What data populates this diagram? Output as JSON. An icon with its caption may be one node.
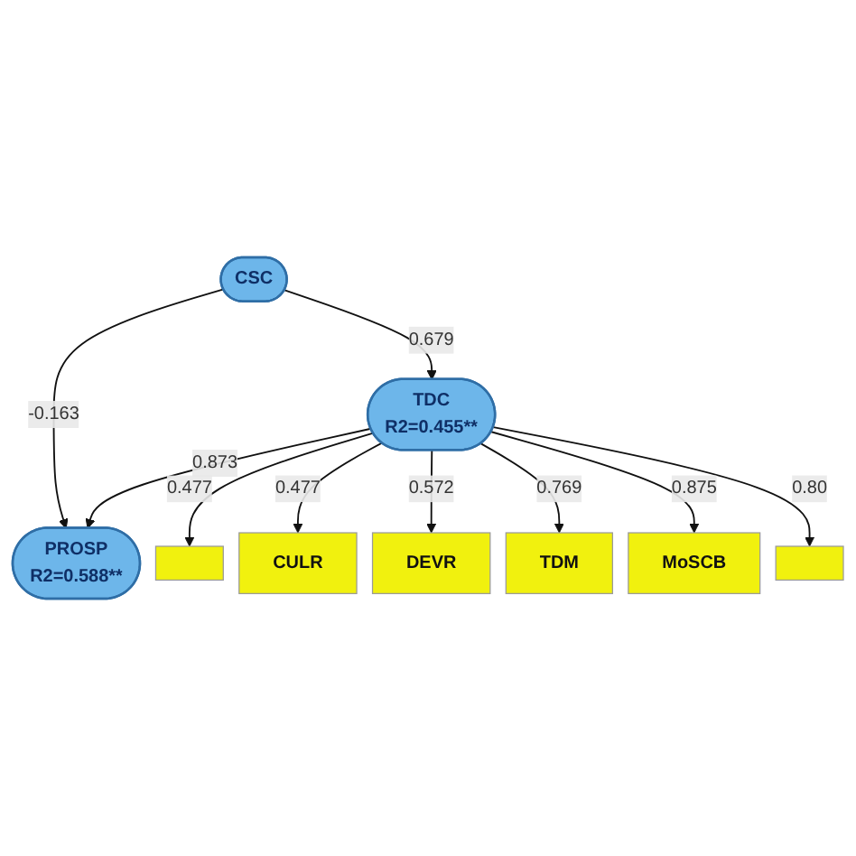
{
  "diagram": {
    "nodes": [
      {
        "text": [
          "CSC"
        ]
      },
      {
        "text": [
          "PROSP",
          "R2=0.588**"
        ]
      },
      {
        "text": [
          "TDC",
          "R2=0.455**"
        ]
      },
      {
        "text": [],
        "shape": "box"
      },
      {
        "text": [
          "CULR"
        ]
      },
      {
        "text": [
          "DEVR"
        ]
      },
      {
        "text": [
          "TDM"
        ]
      },
      {
        "text": [
          "MoSCB"
        ]
      },
      {
        "text": [],
        "shape": "box"
      }
    ],
    "edges": [
      {
        "from": 0,
        "to": 1,
        "arrow": "to",
        "label": "-0.163"
      },
      {
        "from": 0,
        "to": 2,
        "arrow": "to",
        "label": "0.679"
      },
      {
        "from": 2,
        "to": 1,
        "arrow": "to",
        "label": "0.873"
      },
      {
        "from": 2,
        "to": 3,
        "arrow": "to",
        "label": "0.477"
      },
      {
        "from": 2,
        "to": 4,
        "arrow": "to",
        "label": "0.477"
      },
      {
        "from": 2,
        "to": 5,
        "arrow": "to",
        "label": "0.572"
      },
      {
        "from": 2,
        "to": 6,
        "arrow": "to",
        "label": "0.769"
      },
      {
        "from": 2,
        "to": 7,
        "arrow": "to",
        "label": "0.875"
      },
      {
        "from": 2,
        "to": 8,
        "arrow": "to",
        "label": "0.80"
      }
    ]
  }
}
